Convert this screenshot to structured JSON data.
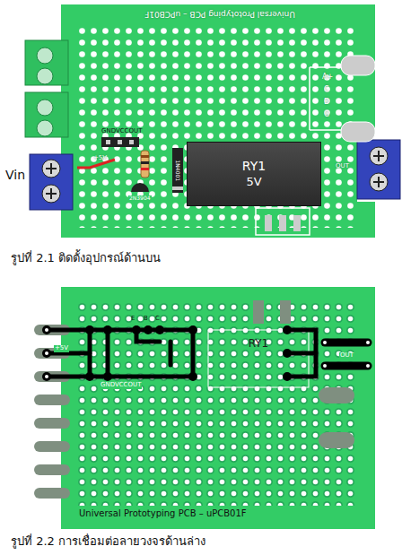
{
  "diagram": {
    "nodes": [
      {
        "text": [
          "RY1",
          "5V"
        ]
      },
      {
        "text": [
          "RY1"
        ]
      }
    ],
    "labels": [
      "Universal Prototyping PCB – uPCB01F",
      "Vin",
      "+5V",
      "GNDVCCOUT",
      "2N3904",
      "1N4001",
      "OUT",
      "A+",
      "C",
      "D",
      "G",
      "รูปที่ 2.1 ติดตั้งอุปกรณ์ด้านบน",
      "E",
      "B",
      "C",
      "+5V",
      "OUT",
      "GNDVCCOUT",
      "Universal Prototyping PCB – uPCB01F",
      "รูปที่ 2.2 การเชื่อมต่อลายวงจรด้านล่าง"
    ]
  }
}
